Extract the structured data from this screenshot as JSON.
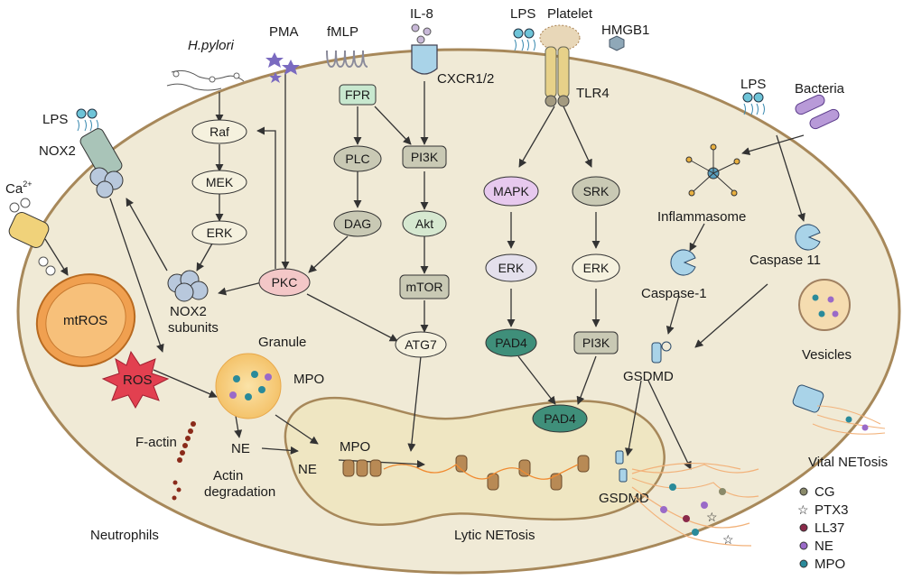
{
  "stimuli": {
    "il8": "IL-8",
    "lps_top": "LPS",
    "platelet": "Platelet",
    "hmgb1": "HMGB1",
    "pma": "PMA",
    "fmlp": "fMLP",
    "hpylori": "H.pylori",
    "lps_left": "LPS",
    "ca": "Ca",
    "ca_sup": "2+",
    "lps_right": "LPS",
    "bacteria": "Bacteria"
  },
  "receptors": {
    "cxcr": "CXCR1/2",
    "tlr4": "TLR4",
    "nox2": "NOX2",
    "fpr": "FPR"
  },
  "nodes": {
    "raf": "Raf",
    "mek": "MEK",
    "erk_left": "ERK",
    "plc": "PLC",
    "dag": "DAG",
    "pi3k_mid": "PI3K",
    "akt": "Akt",
    "mtor": "mTOR",
    "atg7": "ATG7",
    "pkc": "PKC",
    "mapk": "MAPK",
    "srk": "SRK",
    "erk_mid": "ERK",
    "erk_right": "ERK",
    "pad4_left": "PAD4",
    "pi3k_right": "PI3K",
    "pad4_nuc": "PAD4"
  },
  "labels": {
    "nox2_subunits": "NOX2\nsubunits",
    "nox2_subunits_1": "NOX2",
    "nox2_subunits_2": "subunits",
    "mtros": "mtROS",
    "ros": "ROS",
    "granule": "Granule",
    "mpo_granule": "MPO",
    "factin": "F-actin",
    "ne_cyto": "NE",
    "actin_deg_1": "Actin",
    "actin_deg_2": "degradation",
    "ne_nuc": "NE",
    "mpo_nuc": "MPO",
    "inflammasome": "Inflammasome",
    "caspase1": "Caspase-1",
    "caspase11": "Caspase 11",
    "gsdmd_top": "GSDMD",
    "gsdmd_bottom": "GSDMD",
    "vesicles": "Vesicles",
    "vital_netosis": "Vital NETosis",
    "neutrophils": "Neutrophils",
    "lytic_netosis": "Lytic NETosis"
  },
  "legend": [
    {
      "label": "CG",
      "shape": "dot",
      "color": "#8a8a6a"
    },
    {
      "label": "PTX3",
      "shape": "star",
      "color": "#2a4a8a"
    },
    {
      "label": "LL37",
      "shape": "dot",
      "color": "#8a2a4a"
    },
    {
      "label": "NE",
      "shape": "pac",
      "color": "#9a6ac8"
    },
    {
      "label": "MPO",
      "shape": "dot",
      "color": "#2a8a9a"
    }
  ],
  "colors": {
    "cell_fill": "#f0ead6",
    "cell_stroke": "#a7885a",
    "nucleus_fill": "#efe6c2",
    "pkc_fill": "#f3c7c7",
    "mapk_fill": "#e7c9ee",
    "pad4_fill": "#3f8f7a",
    "fpr_fill": "#c8e8cf",
    "grey_node": "#c9c9b4",
    "pale_node": "#f5f1de",
    "ros_fill": "#e24050",
    "mito_fill": "#f0a050"
  }
}
